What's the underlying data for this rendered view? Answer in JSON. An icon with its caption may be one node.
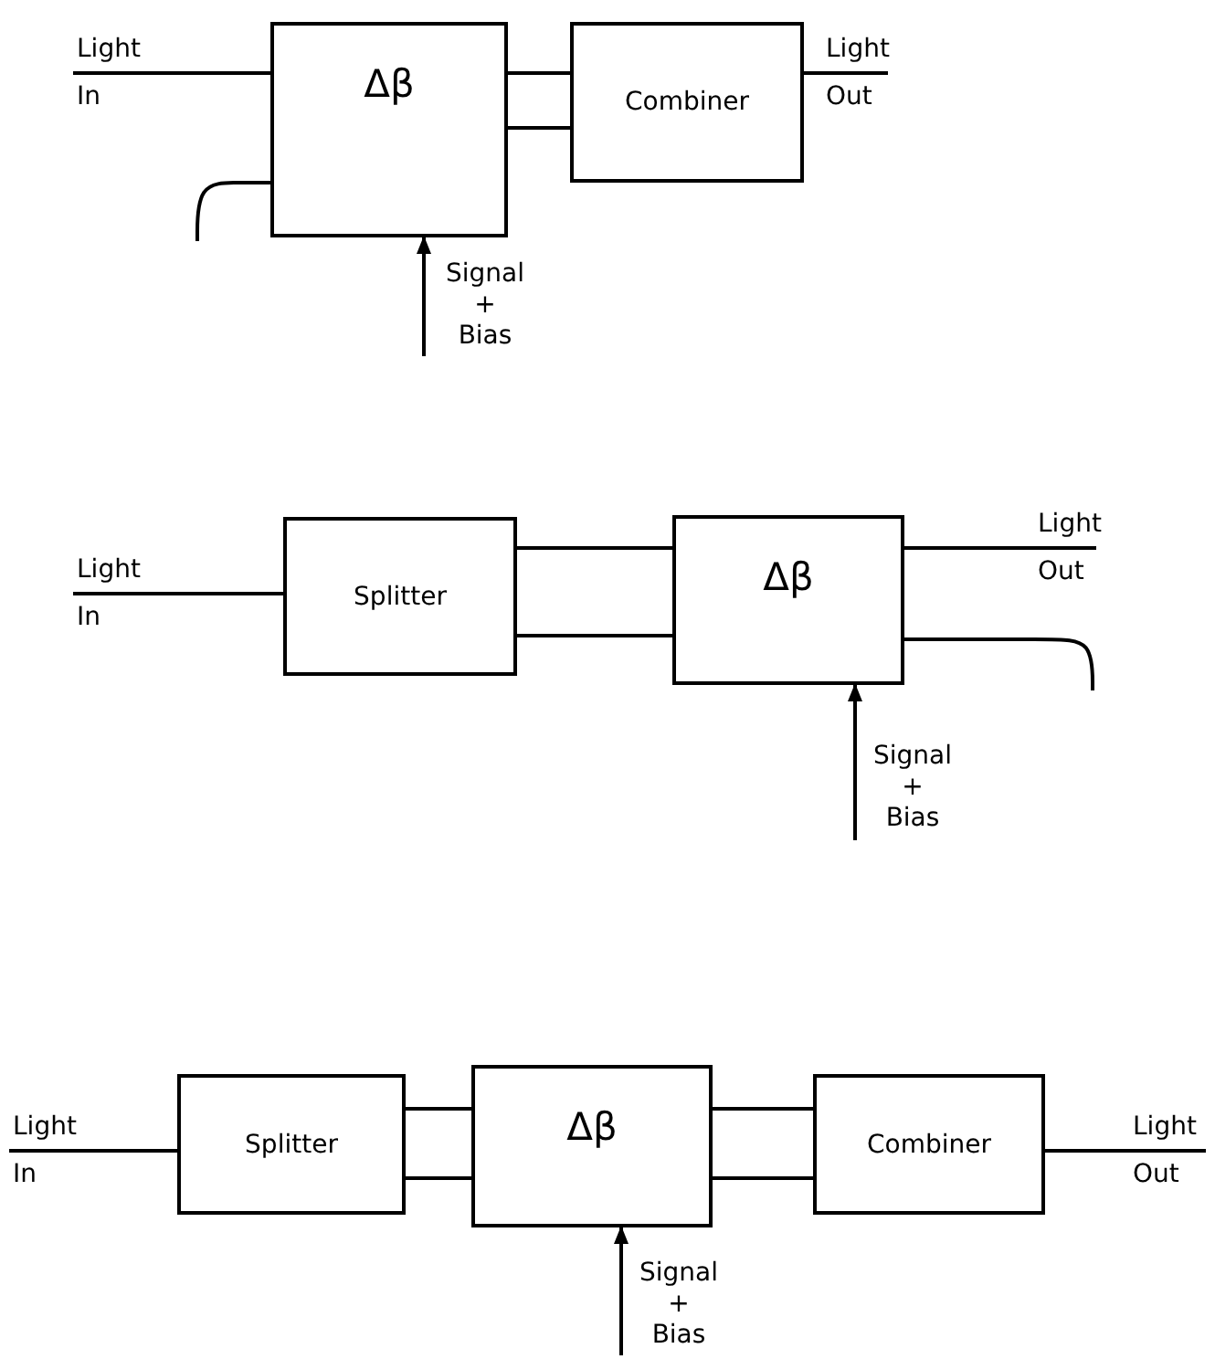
{
  "diagram": {
    "nodes": [
      {
        "text": [
          "Δβ"
        ]
      },
      {
        "text": [
          "Combiner"
        ]
      },
      {
        "text": [
          "Splitter"
        ]
      },
      {
        "text": [
          "Δβ"
        ]
      },
      {
        "text": [
          "Splitter"
        ]
      },
      {
        "text": [
          "Δβ"
        ]
      },
      {
        "text": [
          "Combiner"
        ]
      }
    ],
    "edges": [
      {
        "from": null,
        "to": 0,
        "arrow": "none",
        "label": "Light In"
      },
      {
        "from": 0,
        "to": null,
        "arrow": "none"
      },
      {
        "from": 0,
        "to": 1,
        "arrow": "none"
      },
      {
        "from": 0,
        "to": 1,
        "arrow": "none"
      },
      {
        "from": 1,
        "to": null,
        "arrow": "none",
        "label": "Light Out"
      },
      {
        "from": null,
        "to": 0,
        "arrow": "to",
        "label": "Signal + Bias"
      },
      {
        "from": null,
        "to": 2,
        "arrow": "none",
        "label": "Light In"
      },
      {
        "from": 2,
        "to": 3,
        "arrow": "none"
      },
      {
        "from": 2,
        "to": 3,
        "arrow": "none"
      },
      {
        "from": 3,
        "to": null,
        "arrow": "none",
        "label": "Light Out"
      },
      {
        "from": 3,
        "to": null,
        "arrow": "none"
      },
      {
        "from": null,
        "to": 3,
        "arrow": "to",
        "label": "Signal + Bias"
      },
      {
        "from": null,
        "to": 4,
        "arrow": "none",
        "label": "Light In"
      },
      {
        "from": 4,
        "to": 5,
        "arrow": "none"
      },
      {
        "from": 4,
        "to": 5,
        "arrow": "none"
      },
      {
        "from": 5,
        "to": 6,
        "arrow": "none"
      },
      {
        "from": 5,
        "to": 6,
        "arrow": "none"
      },
      {
        "from": 6,
        "to": null,
        "arrow": "none",
        "label": "Light Out"
      },
      {
        "from": null,
        "to": 5,
        "arrow": "to",
        "label": "Signal + Bias"
      }
    ]
  }
}
